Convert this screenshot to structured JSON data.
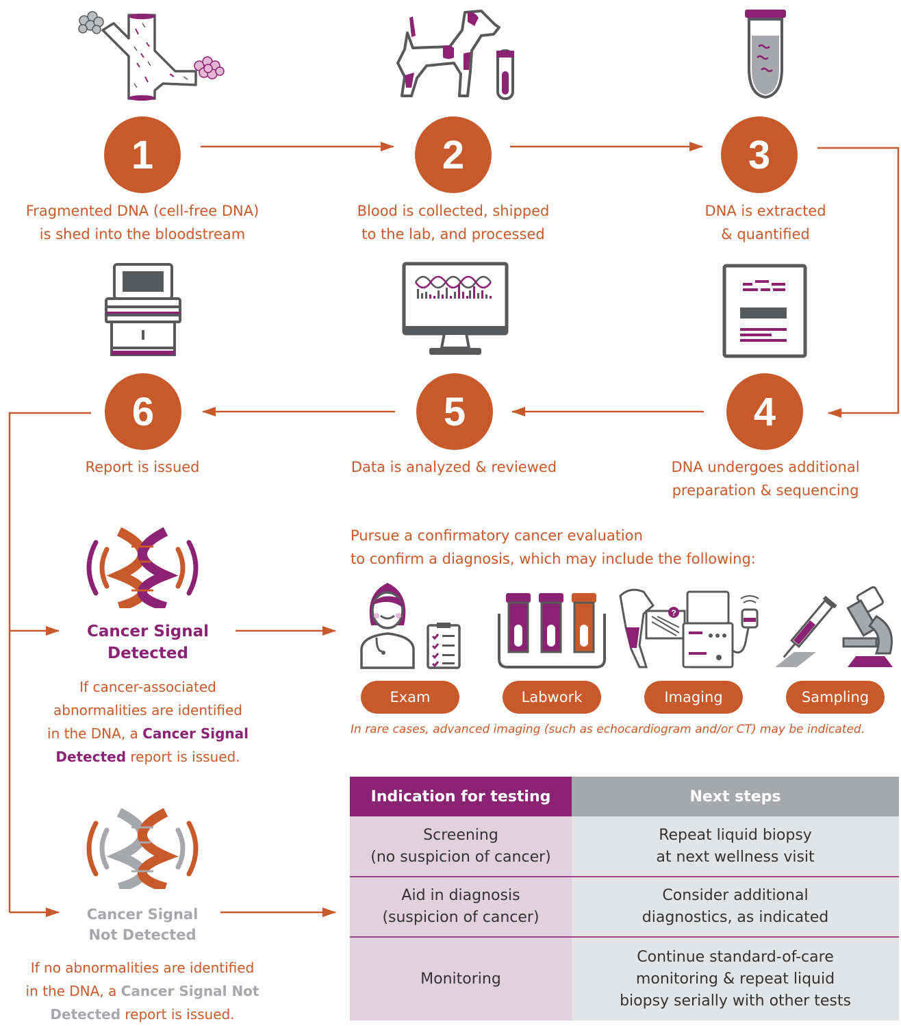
{
  "steps": [
    {
      "number": "1",
      "lines": [
        "Fragmented DNA (cell-free DNA)",
        "is shed into the bloodstream"
      ]
    },
    {
      "number": "2",
      "lines": [
        "Blood is collected, shipped",
        "to the lab, and processed"
      ]
    },
    {
      "number": "3",
      "lines": [
        "DNA is extracted",
        "& quantified"
      ]
    },
    {
      "number": "4",
      "lines": [
        "DNA undergoes additional",
        "preparation & sequencing"
      ]
    },
    {
      "number": "5",
      "lines": [
        "Data is analyzed & reviewed"
      ]
    },
    {
      "number": "6",
      "lines": [
        "Report is issued"
      ]
    }
  ],
  "detected": {
    "title_lines": [
      "Cancer Signal",
      "Detected"
    ],
    "para_line1": "If cancer-associated",
    "para_line2": "abnormalities are identified",
    "para_line3_prefix": "in the DNA, a ",
    "para_line3_bold": "Cancer Signal",
    "para_line4_bold": "Detected",
    "para_line4_suffix": " report is issued."
  },
  "not_detected": {
    "title_lines": [
      "Cancer Signal",
      "Not Detected"
    ],
    "para_line1": "If no abnormalities are identified",
    "para_line2_prefix": "in the DNA, a ",
    "para_line2_bold": "Cancer Signal Not",
    "para_line3_bold": "Detected",
    "para_line3_suffix": " report is issued."
  },
  "confirm": {
    "lines": [
      "Pursue a confirmatory cancer evaluation",
      "to confirm a diagnosis, which may include the following:"
    ],
    "options": [
      "Exam",
      "Labwork",
      "Imaging",
      "Sampling"
    ],
    "note": "In rare cases, advanced imaging (such as echocardiogram and/or CT) may be indicated."
  },
  "table": {
    "headers": [
      "Indication for testing",
      "Next steps"
    ],
    "rows": [
      {
        "indication": [
          "Screening",
          "(no suspicion of cancer)"
        ],
        "next": [
          "Repeat liquid biopsy",
          "at next wellness visit"
        ]
      },
      {
        "indication": [
          "Aid in diagnosis",
          "(suspicion of cancer)"
        ],
        "next": [
          "Consider additional",
          "diagnostics, as indicated"
        ]
      },
      {
        "indication": [
          "Monitoring"
        ],
        "next": [
          "Continue standard-of-care",
          "monitoring & repeat liquid",
          "biopsy serially with other tests"
        ]
      }
    ]
  },
  "colors": {
    "orange": "#c8592a",
    "purple": "#8c2274",
    "gray": "#a7a8ab",
    "dark_gray": "#58595b"
  },
  "icons": [
    "blood-vessel-icon",
    "dog-icon",
    "blood-tube-icon",
    "centrifuge-tube-icon",
    "sequencer-document-icon",
    "monitor-dna-icon",
    "lab-instrument-icon",
    "dna-signal-icon",
    "vet-doctor-icon",
    "blood-tubes-rack-icon",
    "xray-ultrasound-icon",
    "syringe-microscope-icon"
  ]
}
